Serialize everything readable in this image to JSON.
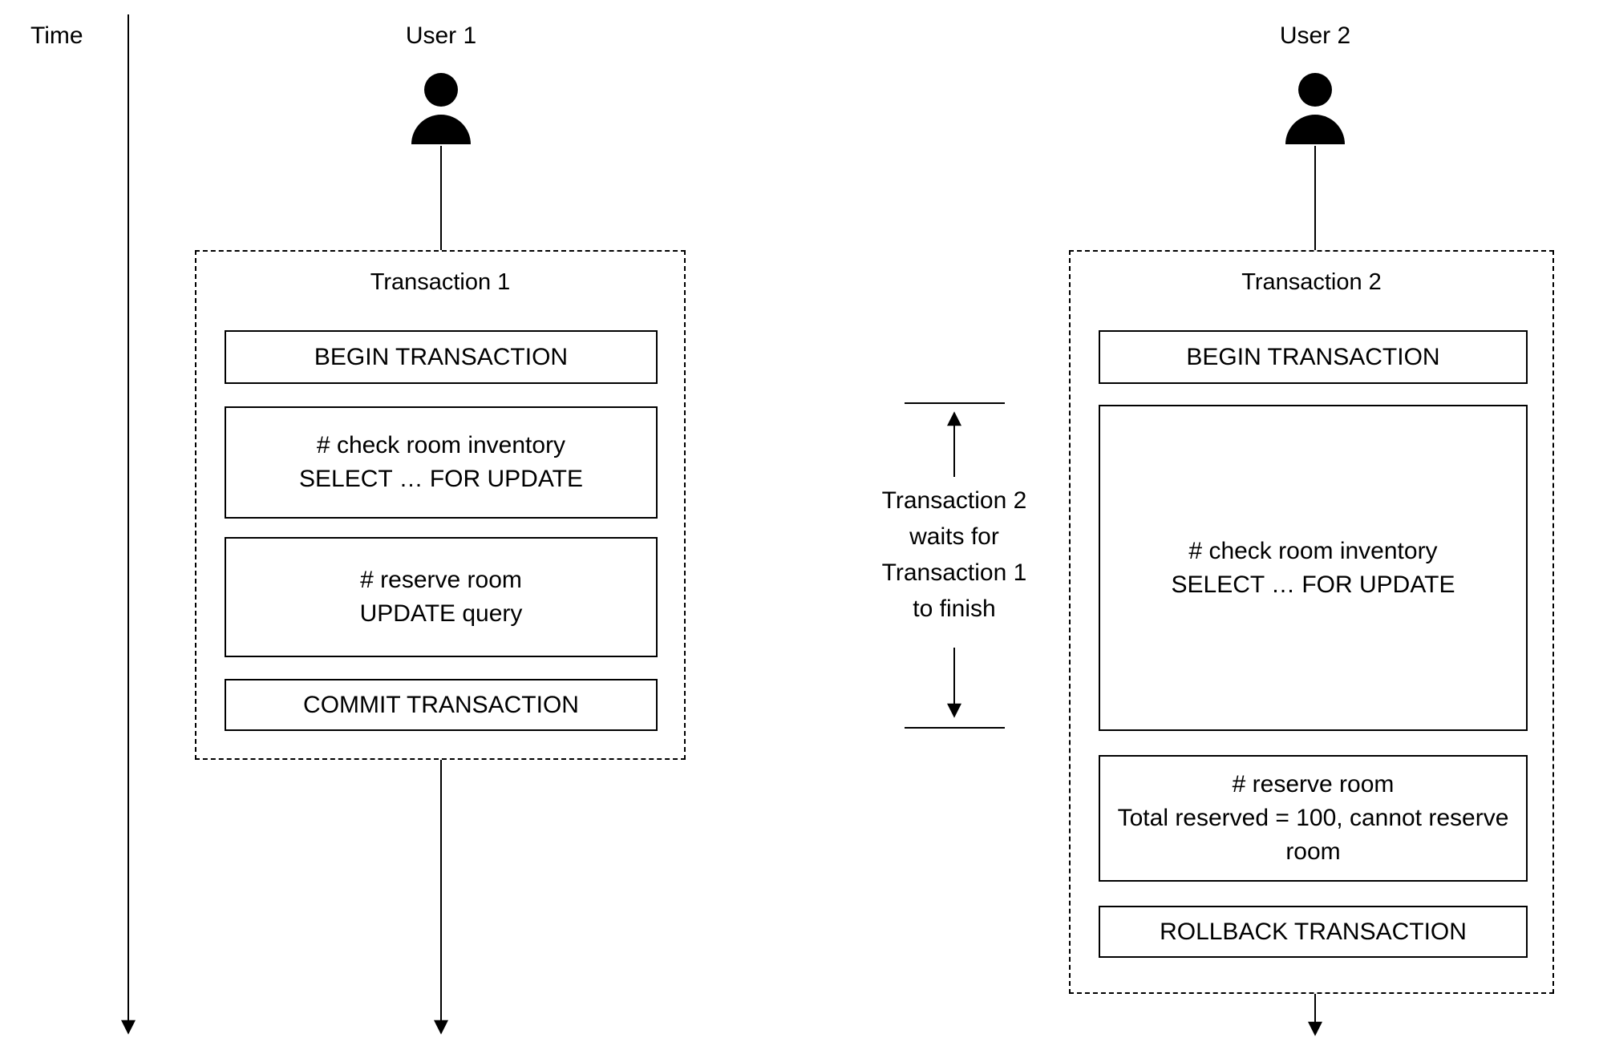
{
  "diagram": {
    "time_axis_label": "Time",
    "user1_label": "User 1",
    "user2_label": "User 2",
    "transaction1": {
      "title": "Transaction 1",
      "steps": [
        "BEGIN TRANSACTION",
        "# check room inventory\nSELECT … FOR UPDATE",
        "# reserve room\nUPDATE query",
        "COMMIT TRANSACTION"
      ]
    },
    "transaction2": {
      "title": "Transaction 2",
      "steps": [
        "BEGIN TRANSACTION",
        "# check room inventory\nSELECT … FOR UPDATE",
        "# reserve room\nTotal reserved = 100, cannot reserve room",
        "ROLLBACK TRANSACTION"
      ]
    },
    "wait_note": "Transaction 2\nwaits for\nTransaction 1\nto finish",
    "colors": {
      "line": "#000000",
      "background": "#ffffff"
    }
  }
}
